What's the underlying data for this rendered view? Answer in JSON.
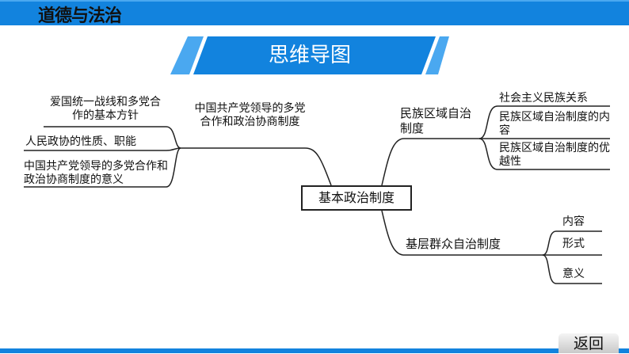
{
  "header": {
    "subject": "道德与法治"
  },
  "banner": {
    "title": "思维导图"
  },
  "mindmap": {
    "center": "基本政治制度",
    "left": {
      "label": "中国共产党领导的多党合作和政治协商制度",
      "children": [
        "爱国统一战线和多党合作的基本方针",
        "人民政协的性质、职能",
        "中国共产党领导的多党合作和政治协商制度的意义"
      ]
    },
    "right_top": {
      "label": "民族区域自治制度",
      "children": [
        "社会主义民族关系",
        "民族区域自治制度的内容",
        "民族区域自治制度的优越性"
      ]
    },
    "right_bottom": {
      "label": "基层群众自治制度",
      "children": [
        "内容",
        "形式",
        "意义"
      ]
    }
  },
  "footer": {
    "back_label": "返回"
  },
  "colors": {
    "brand": "#1283de",
    "banner_light": "#4aa8f0"
  }
}
